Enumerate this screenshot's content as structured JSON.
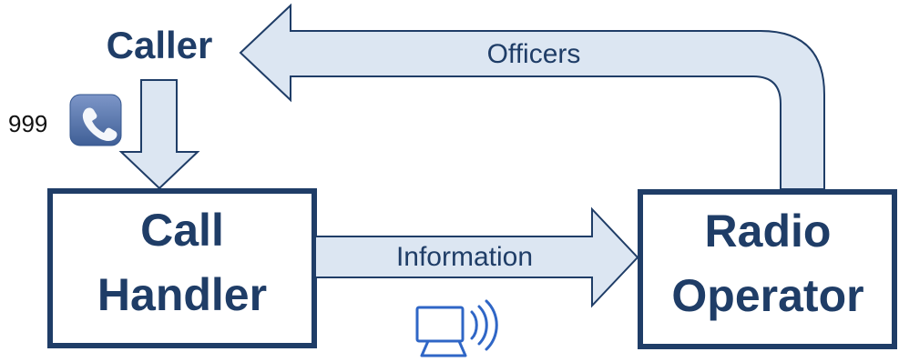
{
  "diagram": {
    "caller_label": "Caller",
    "emergency_number": "999",
    "call_handler_line1": "Call",
    "call_handler_line2": "Handler",
    "radio_operator_line1": "Radio",
    "radio_operator_line2": "Operator",
    "information_label": "Information",
    "officers_label": "Officers"
  },
  "icons": {
    "phone": "phone-icon",
    "computer": "computer-radio-icon"
  },
  "colors": {
    "text_blue": "#1f3d67",
    "box_border": "#1f3d67",
    "arrow_fill": "#dce6f2",
    "arrow_stroke": "#1f3d67",
    "icon_blue": "#2f66c6",
    "phone_tile": "#4a6ea8",
    "text_black": "#111111"
  }
}
